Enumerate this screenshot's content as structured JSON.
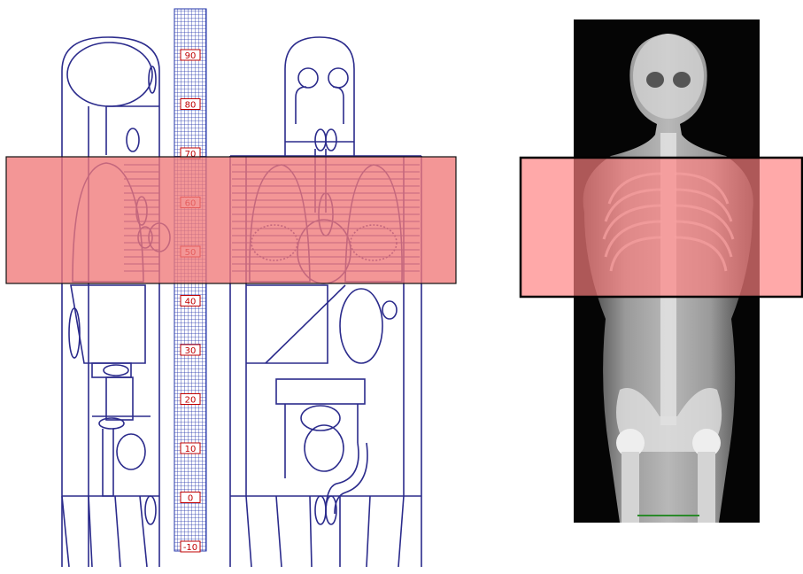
{
  "figure": {
    "phantom_line_color": "#2b2b8c",
    "highlight_color": "#f07878",
    "highlight_border": "#111111",
    "ruler": {
      "grid_color": "#2233aa",
      "label_color": "#c00000",
      "labels": [
        "90",
        "80",
        "70",
        "60",
        "50",
        "40",
        "30",
        "20",
        "10",
        "0",
        "-10"
      ]
    },
    "panels": [
      {
        "name": "side-view phantom schematic"
      },
      {
        "name": "front-view phantom schematic"
      },
      {
        "name": "frontal radiograph"
      }
    ]
  }
}
